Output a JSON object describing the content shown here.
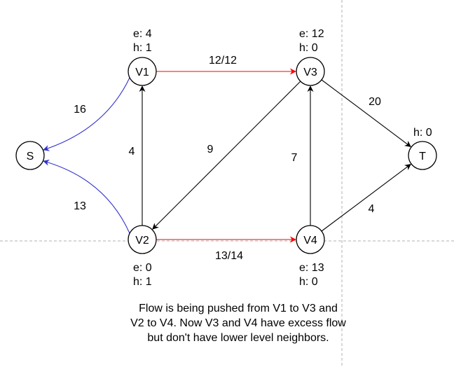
{
  "colors": {
    "residual": "#000000",
    "push": "#ff0000",
    "reverse": "#3333cc",
    "guide": "#b0b0b0"
  },
  "nodes": [
    {
      "id": "S",
      "label": "S"
    },
    {
      "id": "V1",
      "label": "V1",
      "excess": "e: 4",
      "height": "h: 1"
    },
    {
      "id": "V2",
      "label": "V2",
      "excess": "e: 0",
      "height": "h: 1"
    },
    {
      "id": "V3",
      "label": "V3",
      "excess": "e: 12",
      "height": "h: 0"
    },
    {
      "id": "V4",
      "label": "V4",
      "excess": "e: 13",
      "height": "h: 0"
    },
    {
      "id": "T",
      "label": "T",
      "height": "h: 0"
    }
  ],
  "edges": [
    {
      "from": "V1",
      "to": "V3",
      "label": "12/12",
      "kind": "push"
    },
    {
      "from": "V2",
      "to": "V4",
      "label": "13/14",
      "kind": "push"
    },
    {
      "from": "V1",
      "to": "S",
      "label": "16",
      "kind": "reverse"
    },
    {
      "from": "V2",
      "to": "S",
      "label": "13",
      "kind": "reverse"
    },
    {
      "from": "V2",
      "to": "V1",
      "label": "4",
      "kind": "residual"
    },
    {
      "from": "V3",
      "to": "V2",
      "label": "9",
      "kind": "residual"
    },
    {
      "from": "V4",
      "to": "V3",
      "label": "7",
      "kind": "residual"
    },
    {
      "from": "V3",
      "to": "T",
      "label": "20",
      "kind": "residual"
    },
    {
      "from": "V4",
      "to": "T",
      "label": "4",
      "kind": "residual"
    }
  ],
  "caption": [
    "Flow is being pushed from V1 to V3 and",
    "V2 to V4. Now V3 and V4 have excess flow",
    "but don't have lower level neighbors."
  ]
}
